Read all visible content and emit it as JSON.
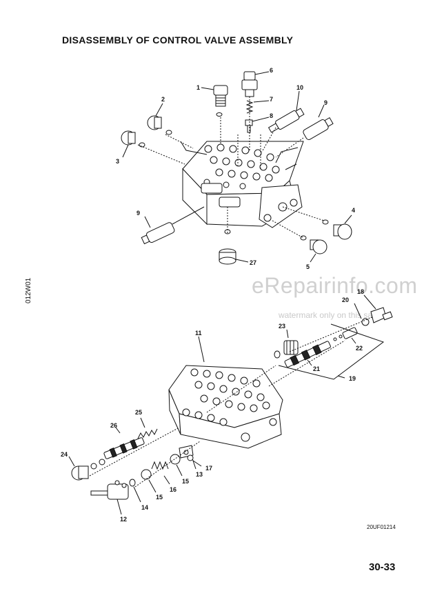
{
  "document": {
    "title": "DISASSEMBLY OF CONTROL VALVE ASSEMBLY",
    "side_code": "012W01",
    "figure_code": "20UF01214",
    "page_number": "30-33"
  },
  "watermark": {
    "site": "eRepairinfo.com",
    "note": "watermark only on this sample"
  },
  "callouts": {
    "c1": "1",
    "c2": "2",
    "c3": "3",
    "c4": "4",
    "c5": "5",
    "c6": "6",
    "c7": "7",
    "c8": "8",
    "c9a": "9",
    "c9b": "9",
    "c10": "10",
    "c27": "27",
    "c11": "11",
    "c12": "12",
    "c13": "13",
    "c14": "14",
    "c15a": "15",
    "c15b": "15",
    "c16": "16",
    "c17": "17",
    "c18": "18",
    "c19": "19",
    "c20": "20",
    "c21": "21",
    "c22": "22",
    "c23": "23",
    "c24": "24",
    "c25": "25",
    "c26": "26"
  }
}
